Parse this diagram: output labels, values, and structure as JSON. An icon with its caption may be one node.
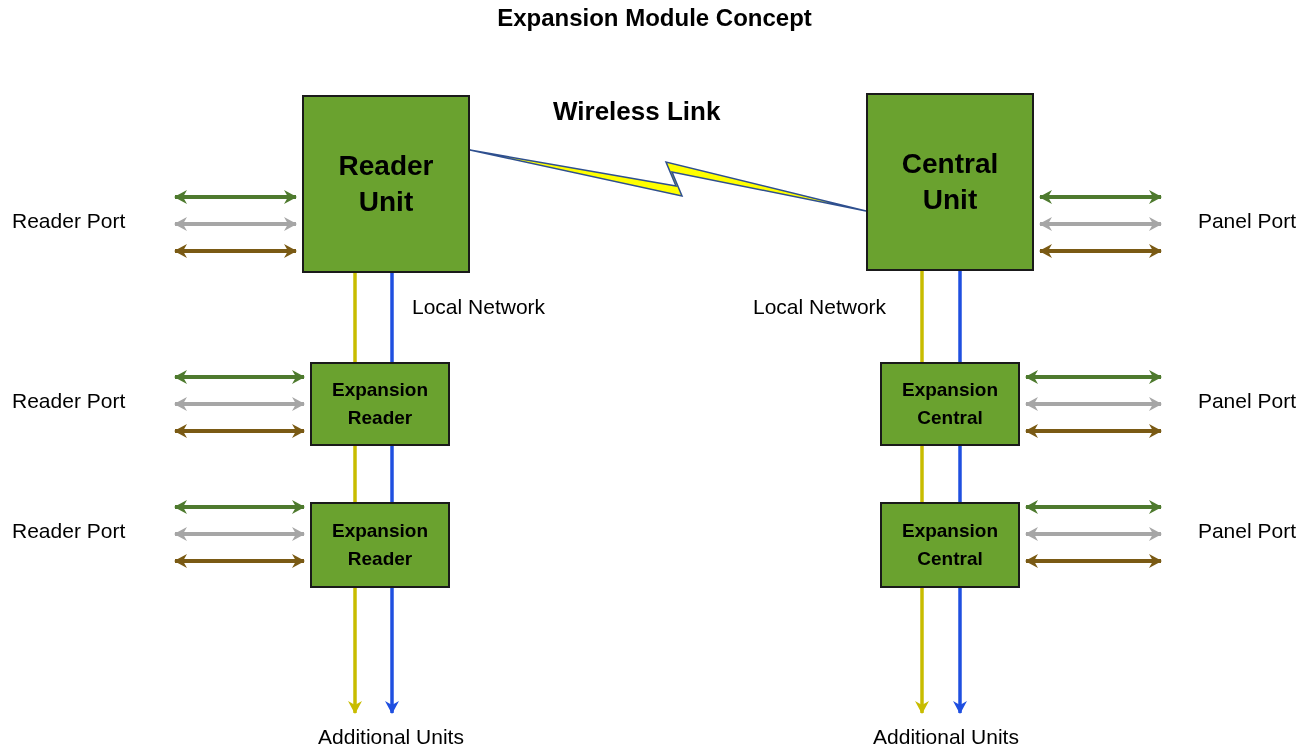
{
  "diagram": {
    "title": "Expansion Module Concept",
    "nodes": [
      {
        "text": [
          "Reader Unit"
        ]
      },
      {
        "text": [
          "Central Unit"
        ]
      },
      {
        "text": [
          "Expansion Reader"
        ]
      },
      {
        "text": [
          "Expansion Reader"
        ]
      },
      {
        "text": [
          "Expansion Central"
        ]
      },
      {
        "text": [
          "Expansion Central"
        ]
      },
      {
        "text": [
          "Reader Port"
        ]
      },
      {
        "text": [
          "Reader Port"
        ]
      },
      {
        "text": [
          "Reader Port"
        ]
      },
      {
        "text": [
          "Panel Port"
        ]
      },
      {
        "text": [
          "Panel Port"
        ]
      },
      {
        "text": [
          "Panel Port"
        ]
      },
      {
        "text": [
          "Additional Units"
        ]
      },
      {
        "text": [
          "Additional Units"
        ]
      }
    ],
    "edges": [
      {
        "from": 0,
        "to": 1,
        "arrow": "none",
        "label": "Wireless Link",
        "color": "#ffff00"
      },
      {
        "from": 6,
        "to": 0,
        "arrow": "both",
        "color": "#4e7a2e"
      },
      {
        "from": 6,
        "to": 0,
        "arrow": "both",
        "color": "#a6a6a6"
      },
      {
        "from": 6,
        "to": 0,
        "arrow": "both",
        "color": "#7a5a14"
      },
      {
        "from": 7,
        "to": 2,
        "arrow": "both",
        "color": "#4e7a2e"
      },
      {
        "from": 7,
        "to": 2,
        "arrow": "both",
        "color": "#a6a6a6"
      },
      {
        "from": 7,
        "to": 2,
        "arrow": "both",
        "color": "#7a5a14"
      },
      {
        "from": 8,
        "to": 3,
        "arrow": "both",
        "color": "#4e7a2e"
      },
      {
        "from": 8,
        "to": 3,
        "arrow": "both",
        "color": "#a6a6a6"
      },
      {
        "from": 8,
        "to": 3,
        "arrow": "both",
        "color": "#7a5a14"
      },
      {
        "from": 1,
        "to": 9,
        "arrow": "both",
        "color": "#4e7a2e"
      },
      {
        "from": 1,
        "to": 9,
        "arrow": "both",
        "color": "#a6a6a6"
      },
      {
        "from": 1,
        "to": 9,
        "arrow": "both",
        "color": "#7a5a14"
      },
      {
        "from": 4,
        "to": 10,
        "arrow": "both",
        "color": "#4e7a2e"
      },
      {
        "from": 4,
        "to": 10,
        "arrow": "both",
        "color": "#a6a6a6"
      },
      {
        "from": 4,
        "to": 10,
        "arrow": "both",
        "color": "#7a5a14"
      },
      {
        "from": 5,
        "to": 11,
        "arrow": "both",
        "color": "#4e7a2e"
      },
      {
        "from": 5,
        "to": 11,
        "arrow": "both",
        "color": "#a6a6a6"
      },
      {
        "from": 5,
        "to": 11,
        "arrow": "both",
        "color": "#7a5a14"
      },
      {
        "from": 0,
        "to": 2,
        "arrow": "none",
        "color": "#c8bc00"
      },
      {
        "from": 2,
        "to": 3,
        "arrow": "none",
        "color": "#c8bc00"
      },
      {
        "from": 3,
        "to": 12,
        "arrow": "to",
        "color": "#c8bc00"
      },
      {
        "from": 0,
        "to": 2,
        "arrow": "none",
        "color": "#1f4fe0"
      },
      {
        "from": 2,
        "to": 3,
        "arrow": "none",
        "color": "#1f4fe0"
      },
      {
        "from": 3,
        "to": 12,
        "arrow": "to",
        "color": "#1f4fe0"
      },
      {
        "from": 1,
        "to": 4,
        "arrow": "none",
        "color": "#c8bc00"
      },
      {
        "from": 4,
        "to": 5,
        "arrow": "none",
        "color": "#c8bc00"
      },
      {
        "from": 5,
        "to": 13,
        "arrow": "to",
        "color": "#c8bc00"
      },
      {
        "from": 1,
        "to": 4,
        "arrow": "none",
        "color": "#1f4fe0"
      },
      {
        "from": 4,
        "to": 5,
        "arrow": "none",
        "color": "#1f4fe0"
      },
      {
        "from": 5,
        "to": 13,
        "arrow": "to",
        "color": "#1f4fe0"
      }
    ],
    "labels": [
      "Local Network",
      "Local Network"
    ]
  }
}
